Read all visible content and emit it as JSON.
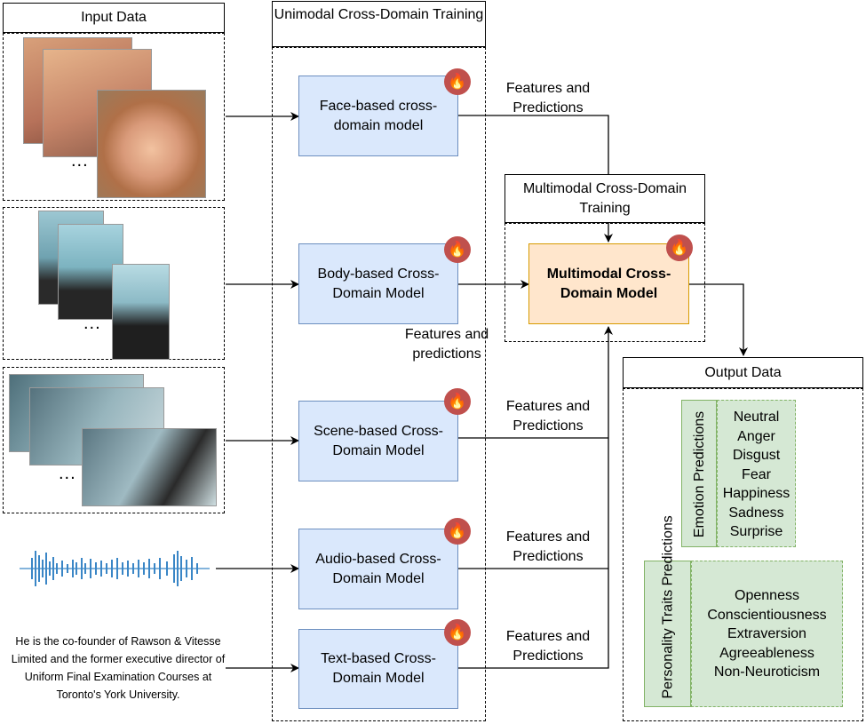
{
  "input": {
    "title": "Input Data",
    "ellipsis": "...",
    "text_sample": "He is the co-founder of Rawson & Vitesse Limited and the former executive director of Uniform Final Examination Courses at Toronto's York University."
  },
  "unimodal": {
    "title": "Unimodal Cross-Domain Training",
    "models": [
      {
        "label": "Face-based cross-domain model"
      },
      {
        "label": "Body-based Cross-Domain Model"
      },
      {
        "label": "Scene-based Cross-Domain Model"
      },
      {
        "label": "Audio-based Cross-Domain Model"
      },
      {
        "label": "Text-based Cross-Domain Model"
      }
    ],
    "fire_glyph": "🔥"
  },
  "features": {
    "face": "Features and Predictions",
    "body": "Features and predictions",
    "scene": "Features and Predictions",
    "audio": "Features and Predictions",
    "text": "Features and Predictions"
  },
  "multimodal": {
    "title": "Multimodal Cross-Domain Training",
    "model_label": "Multimodal Cross-Domain Model"
  },
  "output": {
    "title": "Output Data",
    "emotion": {
      "label": "Emotion Predictions",
      "items": [
        "Neutral",
        "Anger",
        "Disgust",
        "Fear",
        "Happiness",
        "Sadness",
        "Surprise"
      ]
    },
    "personality": {
      "label": "Personality Traits Predictions",
      "items": [
        "Openness",
        "Conscientiousness",
        "Extraversion",
        "Agreeableness",
        "Non-Neuroticism"
      ]
    }
  },
  "colors": {
    "model_fill": "#dae8fc",
    "model_stroke": "#6c8ebf",
    "multimodal_fill": "#ffe6cc",
    "multimodal_stroke": "#d79b00",
    "output_fill": "#d5e8d4",
    "output_stroke": "#82b366",
    "fire_badge": "#c0504d",
    "waveform": "#3a86c6"
  }
}
